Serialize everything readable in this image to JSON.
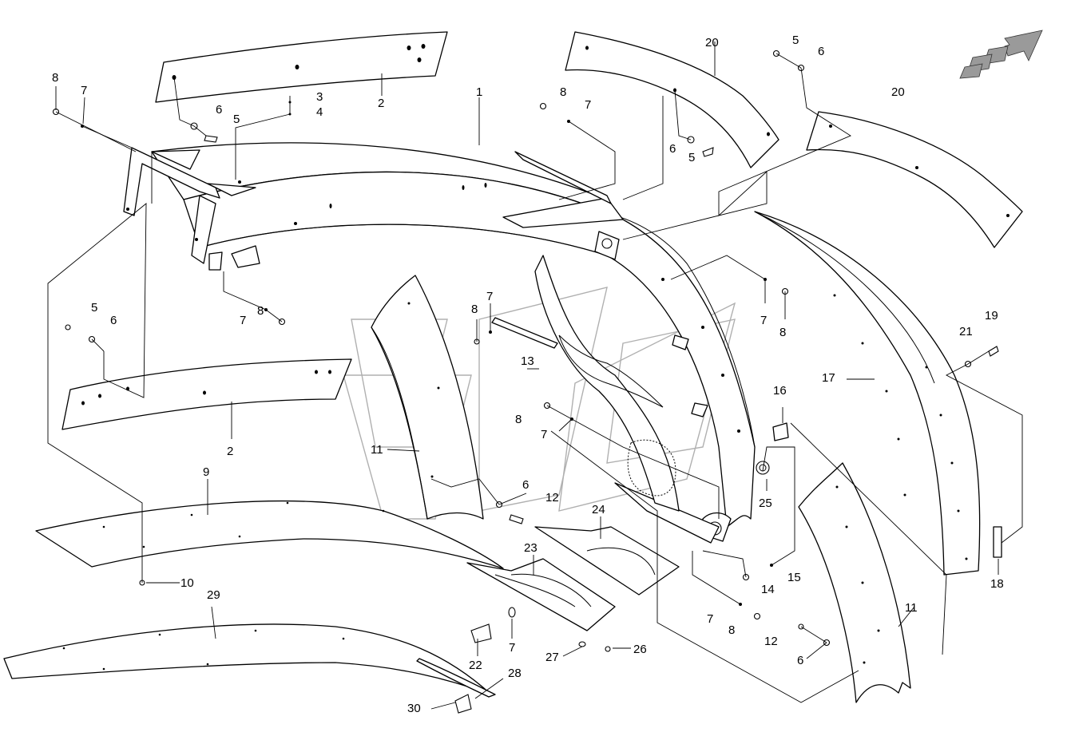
{
  "diagram": {
    "labels": [
      {
        "id": "l1",
        "text": "1"
      },
      {
        "id": "l2a",
        "text": "2"
      },
      {
        "id": "l2b",
        "text": "2"
      },
      {
        "id": "l3",
        "text": "3"
      },
      {
        "id": "l4",
        "text": "4"
      },
      {
        "id": "l5a",
        "text": "5"
      },
      {
        "id": "l5b",
        "text": "5"
      },
      {
        "id": "l5c",
        "text": "5"
      },
      {
        "id": "l5d",
        "text": "5"
      },
      {
        "id": "l6a",
        "text": "6"
      },
      {
        "id": "l6b",
        "text": "6"
      },
      {
        "id": "l6c",
        "text": "6"
      },
      {
        "id": "l6d",
        "text": "6"
      },
      {
        "id": "l6e",
        "text": "6"
      },
      {
        "id": "l6f",
        "text": "6"
      },
      {
        "id": "l7a",
        "text": "7"
      },
      {
        "id": "l7b",
        "text": "7"
      },
      {
        "id": "l7c",
        "text": "7"
      },
      {
        "id": "l7d",
        "text": "7"
      },
      {
        "id": "l7e",
        "text": "7"
      },
      {
        "id": "l7f",
        "text": "7"
      },
      {
        "id": "l7g",
        "text": "7"
      },
      {
        "id": "l7h",
        "text": "7"
      },
      {
        "id": "l8a",
        "text": "8"
      },
      {
        "id": "l8b",
        "text": "8"
      },
      {
        "id": "l8c",
        "text": "8"
      },
      {
        "id": "l8d",
        "text": "8"
      },
      {
        "id": "l8e",
        "text": "8"
      },
      {
        "id": "l8f",
        "text": "8"
      },
      {
        "id": "l8g",
        "text": "8"
      },
      {
        "id": "l9",
        "text": "9"
      },
      {
        "id": "l10",
        "text": "10"
      },
      {
        "id": "l11a",
        "text": "11"
      },
      {
        "id": "l11b",
        "text": "11"
      },
      {
        "id": "l12a",
        "text": "12"
      },
      {
        "id": "l12b",
        "text": "12"
      },
      {
        "id": "l13",
        "text": "13"
      },
      {
        "id": "l14",
        "text": "14"
      },
      {
        "id": "l15",
        "text": "15"
      },
      {
        "id": "l16",
        "text": "16"
      },
      {
        "id": "l17",
        "text": "17"
      },
      {
        "id": "l18",
        "text": "18"
      },
      {
        "id": "l19",
        "text": "19"
      },
      {
        "id": "l20a",
        "text": "20"
      },
      {
        "id": "l20b",
        "text": "20"
      },
      {
        "id": "l21",
        "text": "21"
      },
      {
        "id": "l22",
        "text": "22"
      },
      {
        "id": "l23",
        "text": "23"
      },
      {
        "id": "l24",
        "text": "24"
      },
      {
        "id": "l25",
        "text": "25"
      },
      {
        "id": "l26",
        "text": "26"
      },
      {
        "id": "l27",
        "text": "27"
      },
      {
        "id": "l28",
        "text": "28"
      },
      {
        "id": "l29",
        "text": "29"
      },
      {
        "id": "l30",
        "text": "30"
      }
    ]
  }
}
